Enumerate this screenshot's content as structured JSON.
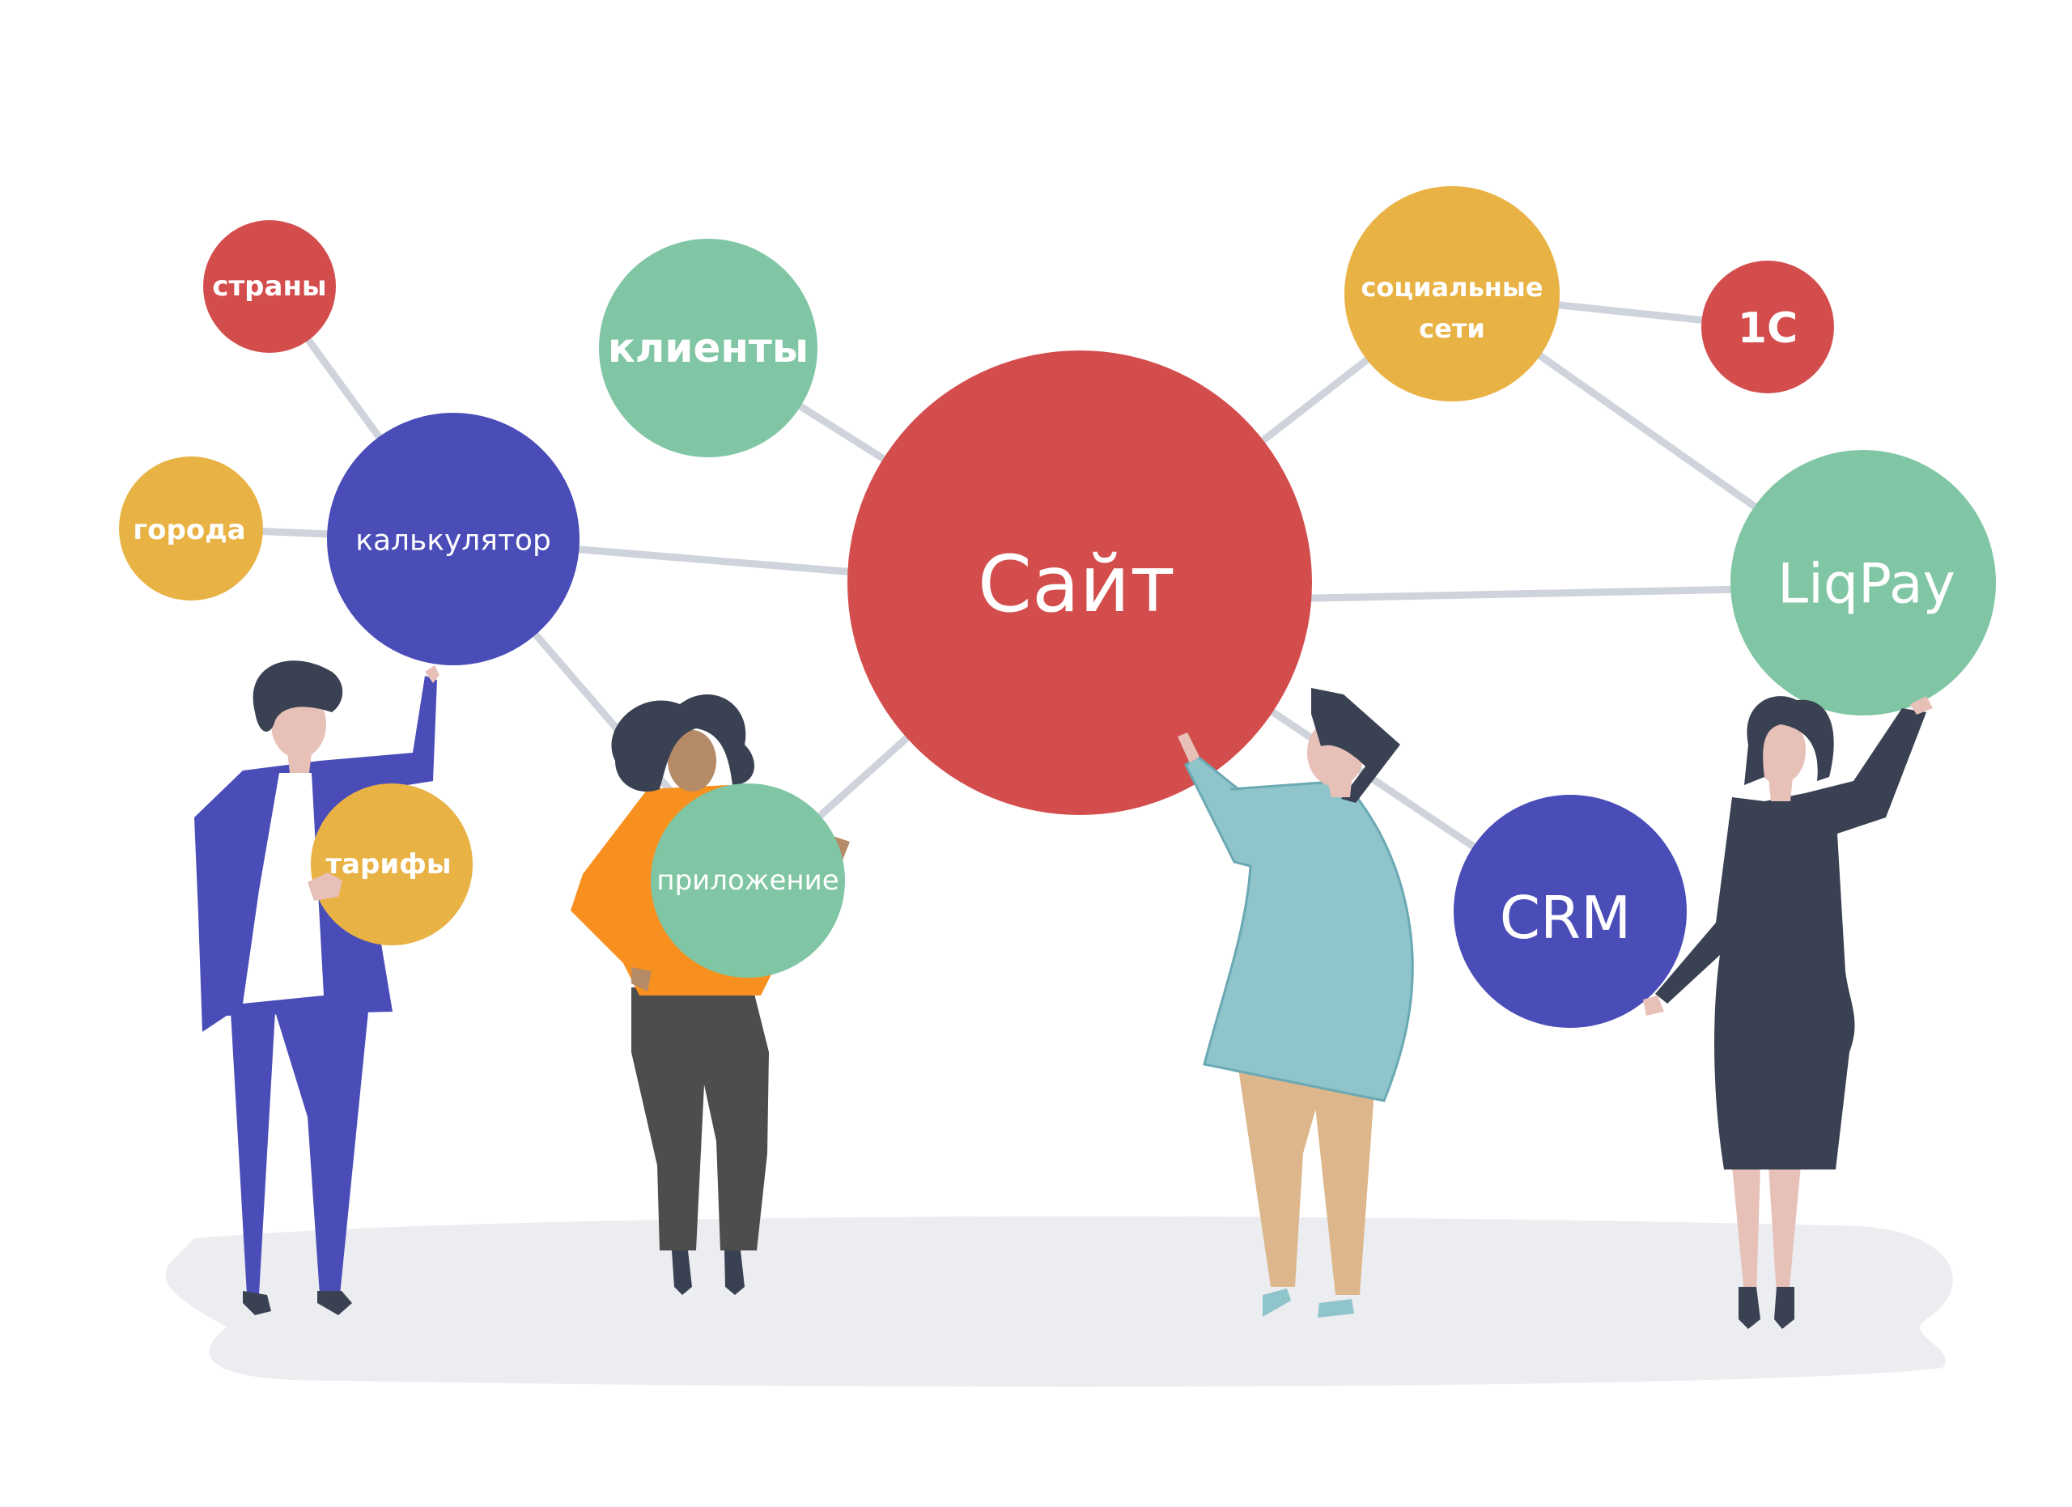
{
  "colors": {
    "red": "#D44D4D",
    "green": "#80C6A4",
    "yellow": "#E8B244",
    "blue": "#4A4DB8",
    "line": "#CFD4DC",
    "ground": "#EBEDF0"
  },
  "nodes": {
    "site": "Сайт",
    "countries": "страны",
    "clients": "клиенты",
    "social_1": "социальные",
    "social_2": "сети",
    "onec": "1С",
    "cities": "города",
    "calculator": "калькулятор",
    "liqpay": "LiqPay",
    "tariffs": "тарифы",
    "app": "приложение",
    "crm": "CRM"
  }
}
